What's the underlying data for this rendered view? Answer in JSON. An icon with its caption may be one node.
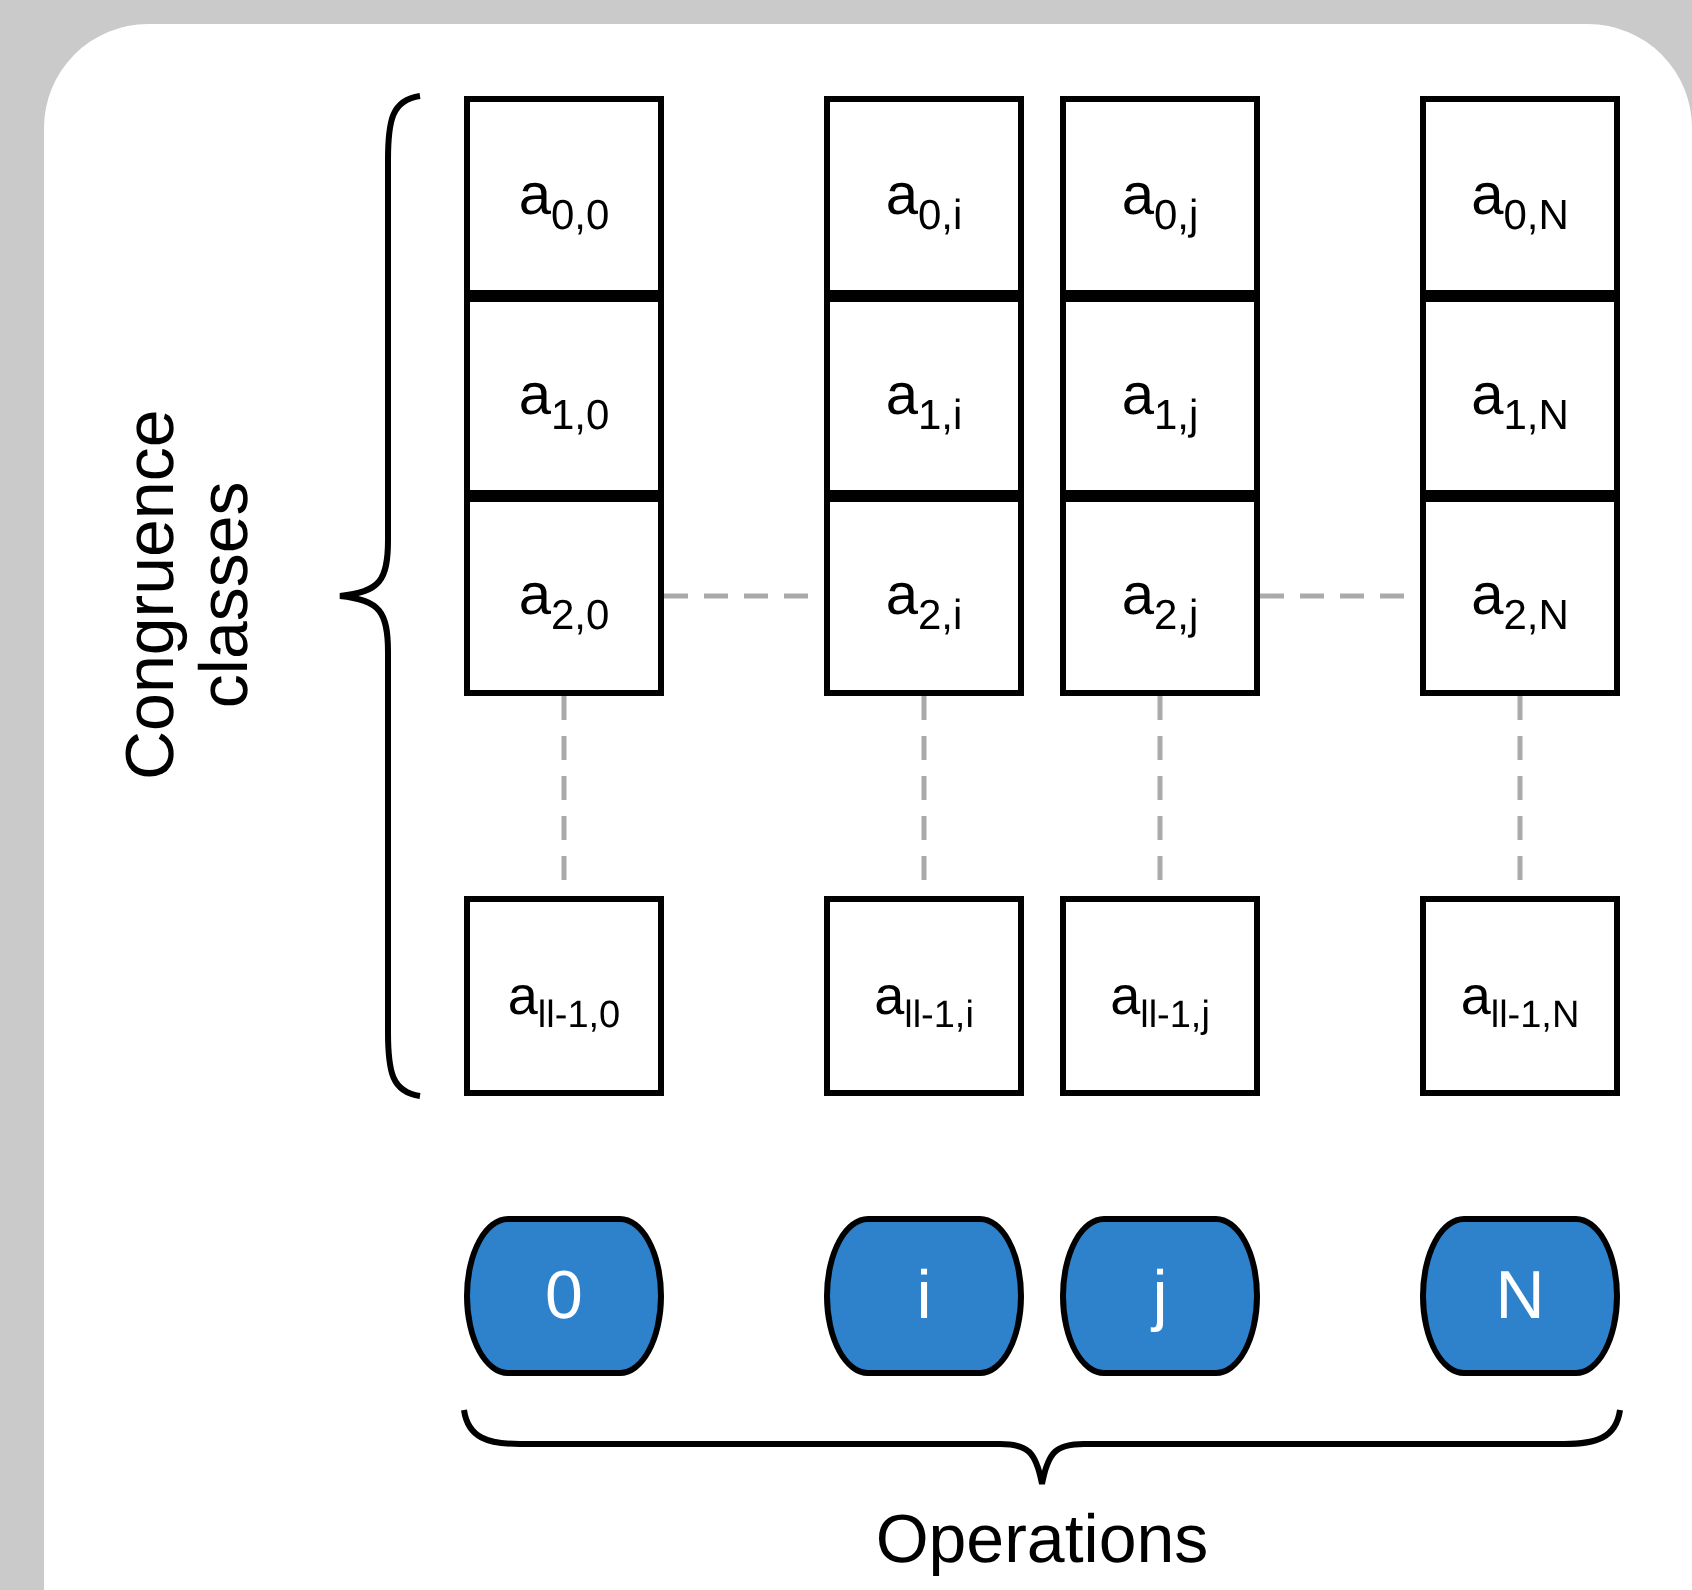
{
  "diagram": {
    "nodes": [
      {
        "text": [
          "a$_{0,0}$"
        ]
      },
      {
        "text": [
          "a$_{0,i}$"
        ]
      },
      {
        "text": [
          "a$_{0,j}$"
        ]
      },
      {
        "text": [
          "a$_{0,N}$"
        ]
      },
      {
        "text": [
          "a$_{1,0}$"
        ]
      },
      {
        "text": [
          "a$_{1,i}$"
        ]
      },
      {
        "text": [
          "a$_{1,j}$"
        ]
      },
      {
        "text": [
          "a$_{1,N}$"
        ]
      },
      {
        "text": [
          "a$_{2,0}$"
        ]
      },
      {
        "text": [
          "a$_{2,i}$"
        ]
      },
      {
        "text": [
          "a$_{2,j}$"
        ]
      },
      {
        "text": [
          "a$_{2,N}$"
        ]
      },
      {
        "text": [
          "a$_{ll-1,0}$"
        ]
      },
      {
        "text": [
          "a$_{ll-1,i}$"
        ]
      },
      {
        "text": [
          "a$_{ll-1,j}$"
        ]
      },
      {
        "text": [
          "a$_{ll-1,N}$"
        ]
      },
      {
        "text": [
          "0"
        ]
      },
      {
        "text": [
          "i"
        ]
      },
      {
        "text": [
          "j"
        ]
      },
      {
        "text": [
          "N"
        ]
      }
    ],
    "edges": [
      {
        "from": 8,
        "to": 9,
        "arrow": "none",
        "style": "dashed"
      },
      {
        "from": 10,
        "to": 11,
        "arrow": "none",
        "style": "dashed"
      },
      {
        "from": 8,
        "to": 12,
        "arrow": "none",
        "style": "dashed"
      },
      {
        "from": 9,
        "to": 13,
        "arrow": "none",
        "style": "dashed"
      },
      {
        "from": 10,
        "to": 14,
        "arrow": "none",
        "style": "dashed"
      },
      {
        "from": 11,
        "to": 15,
        "arrow": "none",
        "style": "dashed"
      }
    ],
    "labels": [
      "Congruence classes",
      "Operations"
    ]
  }
}
